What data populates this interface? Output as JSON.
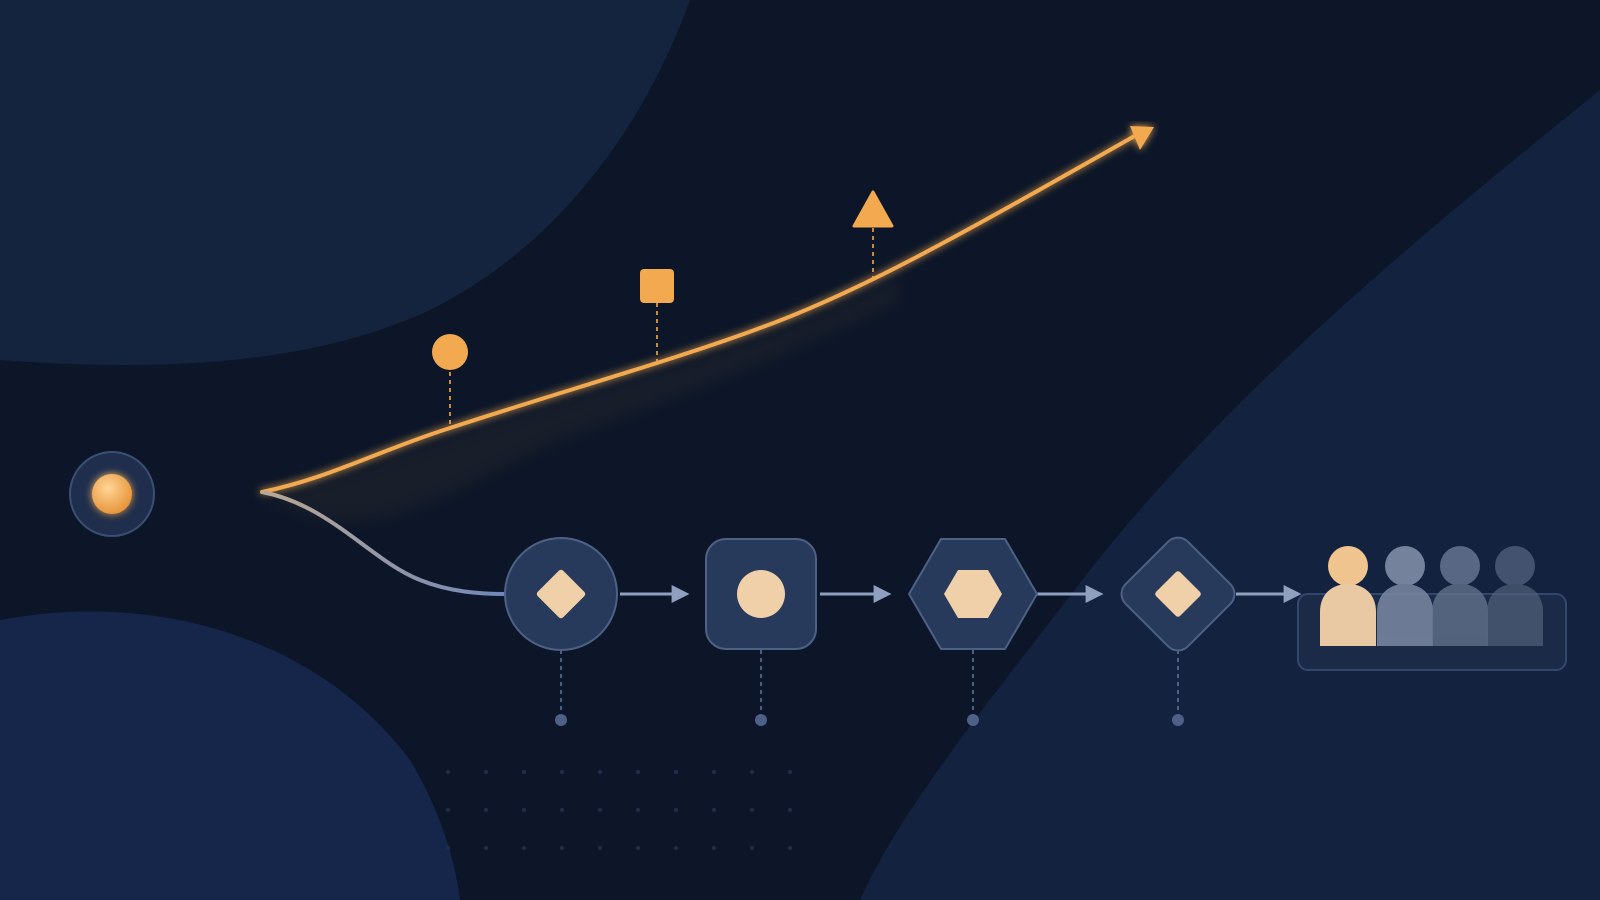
{
  "theme": {
    "background": "#0c1628",
    "background_blob": "#15264a",
    "accent_orange": "#f2a950",
    "node_fill": "#2a3a5a",
    "node_stroke": "#4a5d80",
    "node_glyph": "#f0d0a8",
    "lower_path": "#7f93bd",
    "connector": "#8fa0bf",
    "people_inactive": "#7a879f"
  },
  "diagram": {
    "origin": {
      "icon": "origin-circle"
    },
    "upper_branch": {
      "markers": [
        {
          "icon": "circle-marker"
        },
        {
          "icon": "square-marker"
        },
        {
          "icon": "triangle-marker"
        }
      ],
      "end": {
        "icon": "arrowhead"
      }
    },
    "lower_branch": {
      "steps": [
        {
          "frame": "circle",
          "glyph": "diamond"
        },
        {
          "frame": "rounded-square",
          "glyph": "circle"
        },
        {
          "frame": "hexagon",
          "glyph": "hexagon"
        },
        {
          "frame": "diamond",
          "glyph": "diamond"
        }
      ],
      "audience": {
        "people": 4,
        "highlighted": 1
      }
    }
  }
}
